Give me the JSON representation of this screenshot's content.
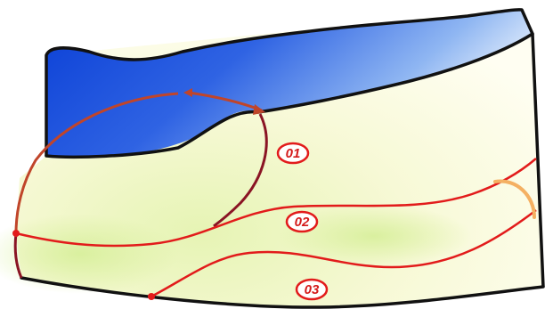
{
  "diagram": {
    "labels": [
      {
        "id": "zone-01",
        "text": "01"
      },
      {
        "id": "zone-02",
        "text": "02"
      },
      {
        "id": "zone-03",
        "text": "03"
      }
    ],
    "colors": {
      "water_dark": "#0a3fd6",
      "water_light": "#8fb6f2",
      "land_light": "#fffde6",
      "land_green": "#e6f4b4",
      "outline": "#111111",
      "curve_red": "#e21b1b",
      "curve_dark_red": "#8a1424",
      "arrow_brown": "#c0452a",
      "arc_orange": "#f4b062"
    }
  }
}
